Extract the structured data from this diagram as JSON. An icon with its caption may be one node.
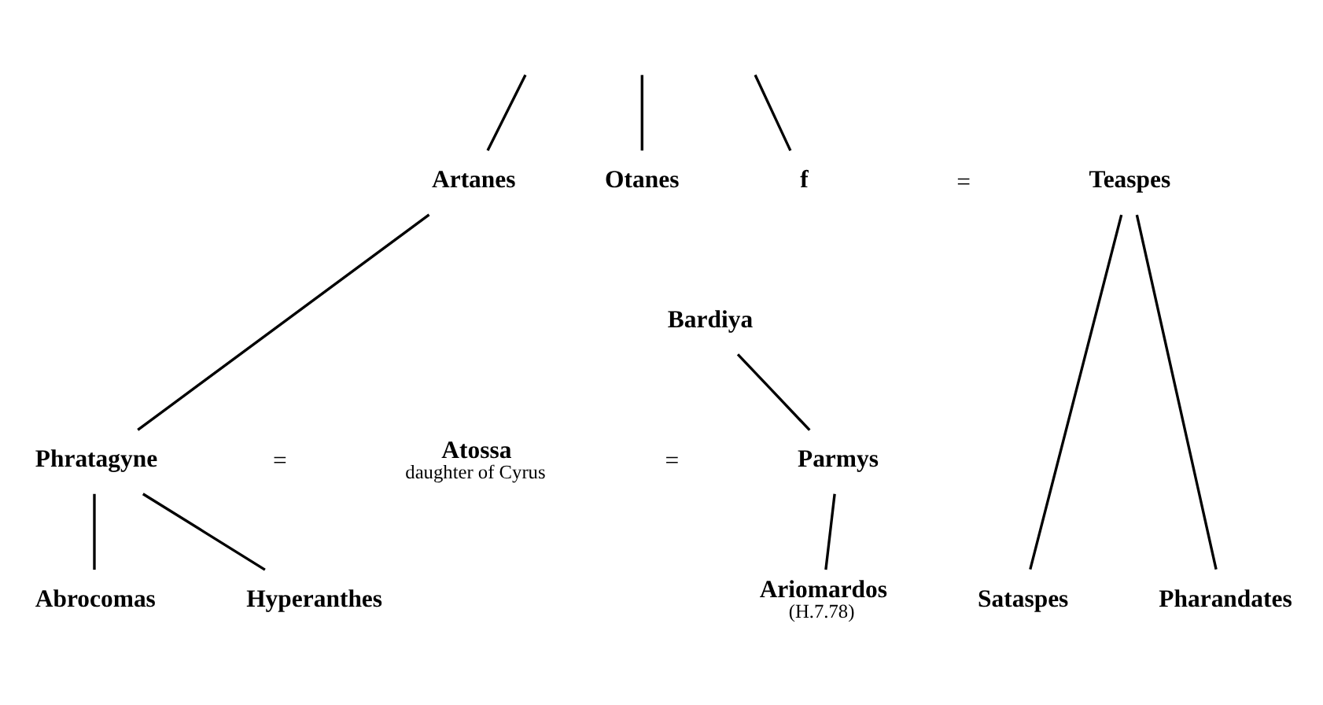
{
  "diagram": {
    "nodes": [
      {
        "text": [
          "Artanes"
        ]
      },
      {
        "text": [
          "Otanes"
        ]
      },
      {
        "text": [
          "f"
        ]
      },
      {
        "text": [
          "Teaspes"
        ]
      },
      {
        "text": [
          "Bardiya"
        ]
      },
      {
        "text": [
          "Atossa"
        ],
        "beside": [
          "daughter of Cyrus"
        ]
      },
      {
        "text": [
          "Phratagyne"
        ]
      },
      {
        "text": [
          "Parmys"
        ]
      },
      {
        "text": [
          "Abrocomas"
        ]
      },
      {
        "text": [
          "Hyperanthes"
        ]
      },
      {
        "text": [
          "Ariomardos"
        ],
        "beside": [
          "(H.7.78)"
        ]
      },
      {
        "text": [
          "Sataspes"
        ]
      },
      {
        "text": [
          "Pharandates"
        ]
      }
    ],
    "edges": [
      {
        "from": null,
        "to": 0,
        "arrow": "none"
      },
      {
        "from": null,
        "to": 1,
        "arrow": "none"
      },
      {
        "from": null,
        "to": 2,
        "arrow": "none"
      },
      {
        "from": 0,
        "to": 6,
        "arrow": "none"
      },
      {
        "from": 3,
        "to": 11,
        "arrow": "none"
      },
      {
        "from": 3,
        "to": 12,
        "arrow": "none"
      },
      {
        "from": 4,
        "to": 7,
        "arrow": "none"
      },
      {
        "from": 7,
        "to": 10,
        "arrow": "none"
      },
      {
        "from": 6,
        "to": 8,
        "arrow": "none"
      },
      {
        "from": 6,
        "to": 9,
        "arrow": "none"
      }
    ],
    "labels": [
      "=",
      "=",
      "="
    ]
  }
}
